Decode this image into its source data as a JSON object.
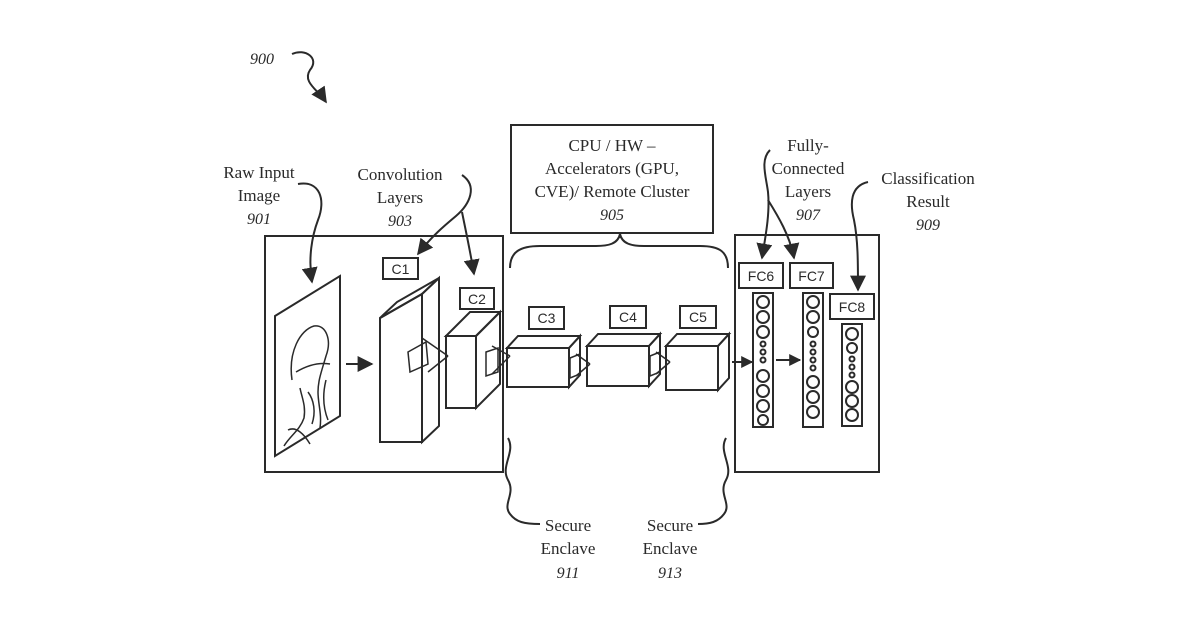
{
  "figure": {
    "ref": "900",
    "raw_input": {
      "line1": "Raw Input",
      "line2": "Image",
      "num": "901"
    },
    "convolution": {
      "line1": "Convolution",
      "line2": "Layers",
      "num": "903"
    },
    "cpu": {
      "line1": "CPU / HW –",
      "line2": "Accelerators (GPU,",
      "line3": "CVE)/ Remote Cluster",
      "num": "905"
    },
    "fully_connected": {
      "line1": "Fully-",
      "line2": "Connected",
      "line3": "Layers",
      "num": "907"
    },
    "classification": {
      "line1": "Classification",
      "line2": "Result",
      "num": "909"
    },
    "enclave_1": {
      "line1": "Secure",
      "line2": "Enclave",
      "num": "911"
    },
    "enclave_2": {
      "line1": "Secure",
      "line2": "Enclave",
      "num": "913"
    },
    "layers": {
      "c1": "C1",
      "c2": "C2",
      "c3": "C3",
      "c4": "C4",
      "c5": "C5",
      "fc6": "FC6",
      "fc7": "FC7",
      "fc8": "FC8"
    }
  }
}
